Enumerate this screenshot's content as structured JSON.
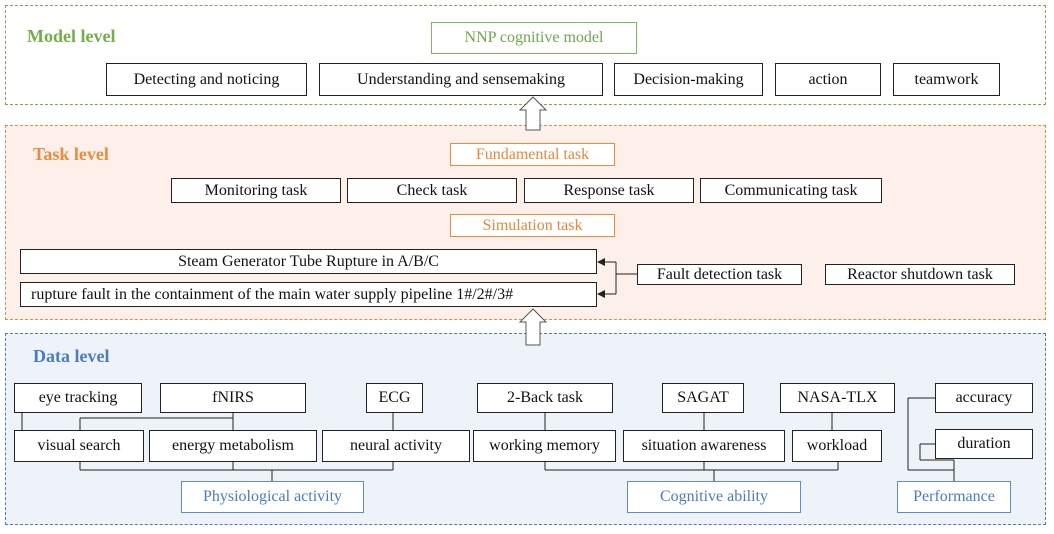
{
  "model_level": {
    "title": "Model level",
    "model_box": "NNP cognitive model",
    "items": [
      "Detecting and noticing",
      "Understanding and sensemaking",
      "Decision-making",
      "action",
      "teamwork"
    ]
  },
  "task_level": {
    "title": "Task level",
    "fundamental": "Fundamental task",
    "fundamental_items": [
      "Monitoring task",
      "Check task",
      "Response task",
      "Communicating task"
    ],
    "simulation": "Simulation task",
    "sgtr": "Steam Generator Tube Rupture  in A/B/C",
    "rupture": "rupture fault in the containment of the main water supply pipeline 1#/2#/3#",
    "fault_detection": "Fault detection task",
    "reactor_shutdown": "Reactor shutdown task"
  },
  "data_level": {
    "title": "Data level",
    "top_items": [
      "eye tracking",
      "fNIRS",
      "ECG",
      "2-Back task",
      "SAGAT",
      "NASA-TLX"
    ],
    "bottom_items": [
      "visual search",
      "energy metabolism",
      "neural activity",
      "working memory",
      "situation awareness",
      "workload"
    ],
    "perf_items": [
      "accuracy",
      "duration"
    ],
    "categories": [
      "Physiological activity",
      "Cognitive ability",
      "Performance"
    ]
  },
  "colors": {
    "model": "#70b048",
    "task": "#ec8a3d",
    "data": "#4a7cc0"
  }
}
